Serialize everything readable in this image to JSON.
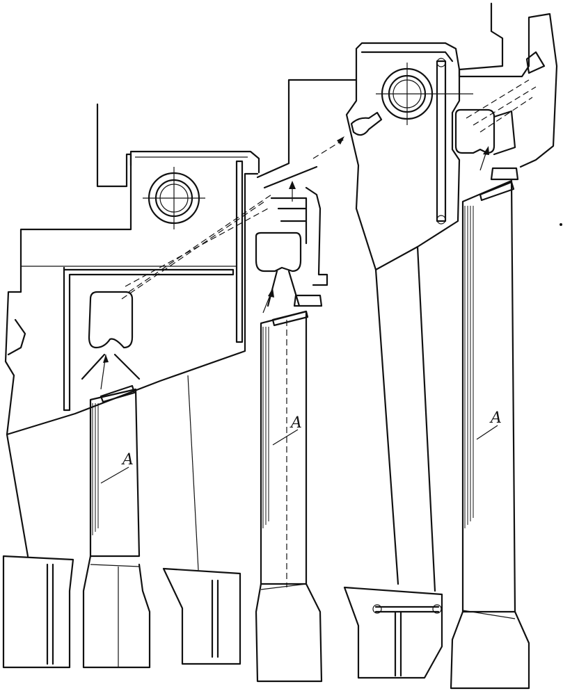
{
  "labels": {
    "blade_left": "A",
    "blade_middle": "A",
    "blade_right": "A"
  },
  "colors": {
    "line": "#111111",
    "background": "#ffffff"
  }
}
